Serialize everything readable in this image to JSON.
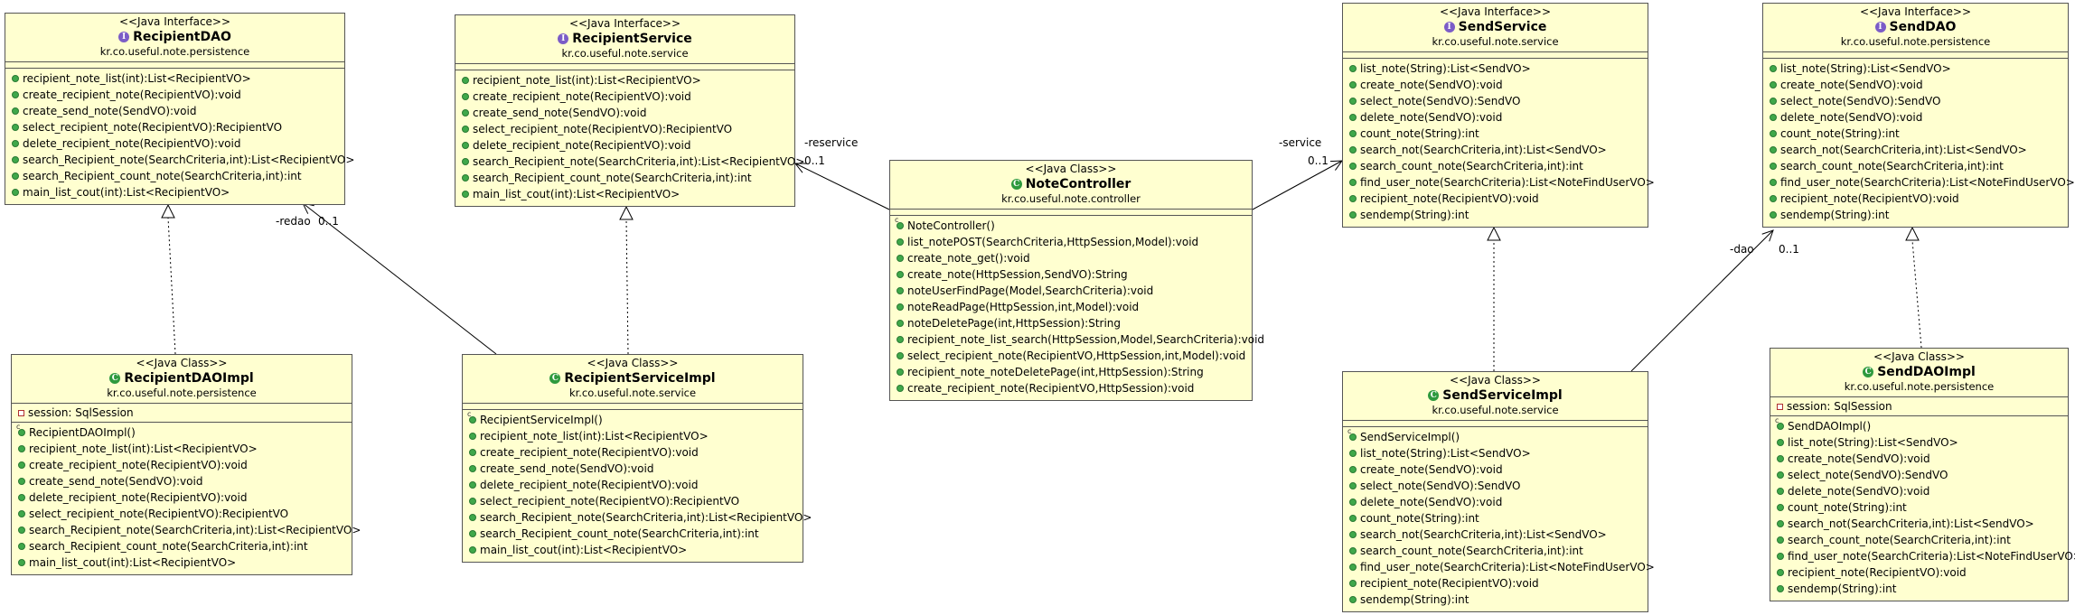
{
  "diagram": {
    "classes": [
      {
        "id": "recipient-dao",
        "stereotype": "<<Java Interface>>",
        "name": "RecipientDAO",
        "kind": "interface",
        "package": "kr.co.useful.note.persistence",
        "fields": [],
        "methods": [
          {
            "vis": "public",
            "sig": "recipient_note_list(int):List<RecipientVO>"
          },
          {
            "vis": "public",
            "sig": "create_recipient_note(RecipientVO):void"
          },
          {
            "vis": "public",
            "sig": "create_send_note(SendVO):void"
          },
          {
            "vis": "public",
            "sig": "select_recipient_note(RecipientVO):RecipientVO"
          },
          {
            "vis": "public",
            "sig": "delete_recipient_note(RecipientVO):void"
          },
          {
            "vis": "public",
            "sig": "search_Recipient_note(SearchCriteria,int):List<RecipientVO>"
          },
          {
            "vis": "public",
            "sig": "search_Recipient_count_note(SearchCriteria,int):int"
          },
          {
            "vis": "public",
            "sig": "main_list_cout(int):List<RecipientVO>"
          }
        ]
      },
      {
        "id": "recipient-service",
        "stereotype": "<<Java Interface>>",
        "name": "RecipientService",
        "kind": "interface",
        "package": "kr.co.useful.note.service",
        "fields": [],
        "methods": [
          {
            "vis": "public",
            "sig": "recipient_note_list(int):List<RecipientVO>"
          },
          {
            "vis": "public",
            "sig": "create_recipient_note(RecipientVO):void"
          },
          {
            "vis": "public",
            "sig": "create_send_note(SendVO):void"
          },
          {
            "vis": "public",
            "sig": "select_recipient_note(RecipientVO):RecipientVO"
          },
          {
            "vis": "public",
            "sig": "delete_recipient_note(RecipientVO):void"
          },
          {
            "vis": "public",
            "sig": "search_Recipient_note(SearchCriteria,int):List<RecipientVO>"
          },
          {
            "vis": "public",
            "sig": "search_Recipient_count_note(SearchCriteria,int):int"
          },
          {
            "vis": "public",
            "sig": "main_list_cout(int):List<RecipientVO>"
          }
        ]
      },
      {
        "id": "note-controller",
        "stereotype": "<<Java Class>>",
        "name": "NoteController",
        "kind": "class",
        "package": "kr.co.useful.note.controller",
        "fields": [],
        "methods": [
          {
            "vis": "ctor",
            "sig": "NoteController()"
          },
          {
            "vis": "public",
            "sig": "list_notePOST(SearchCriteria,HttpSession,Model):void"
          },
          {
            "vis": "public",
            "sig": "create_note_get():void"
          },
          {
            "vis": "public",
            "sig": "create_note(HttpSession,SendVO):String"
          },
          {
            "vis": "public",
            "sig": "noteUserFindPage(Model,SearchCriteria):void"
          },
          {
            "vis": "public",
            "sig": "noteReadPage(HttpSession,int,Model):void"
          },
          {
            "vis": "public",
            "sig": "noteDeletePage(int,HttpSession):String"
          },
          {
            "vis": "public",
            "sig": "recipient_note_list_search(HttpSession,Model,SearchCriteria):void"
          },
          {
            "vis": "public",
            "sig": "select_recipient_note(RecipientVO,HttpSession,int,Model):void"
          },
          {
            "vis": "public",
            "sig": "recipient_note_noteDeletePage(int,HttpSession):String"
          },
          {
            "vis": "public",
            "sig": "create_recipient_note(RecipientVO,HttpSession):void"
          }
        ]
      },
      {
        "id": "send-service",
        "stereotype": "<<Java Interface>>",
        "name": "SendService",
        "kind": "interface",
        "package": "kr.co.useful.note.service",
        "fields": [],
        "methods": [
          {
            "vis": "public",
            "sig": "list_note(String):List<SendVO>"
          },
          {
            "vis": "public",
            "sig": "create_note(SendVO):void"
          },
          {
            "vis": "public",
            "sig": "select_note(SendVO):SendVO"
          },
          {
            "vis": "public",
            "sig": "delete_note(SendVO):void"
          },
          {
            "vis": "public",
            "sig": "count_note(String):int"
          },
          {
            "vis": "public",
            "sig": "search_not(SearchCriteria,int):List<SendVO>"
          },
          {
            "vis": "public",
            "sig": "search_count_note(SearchCriteria,int):int"
          },
          {
            "vis": "public",
            "sig": "find_user_note(SearchCriteria):List<NoteFindUserVO>"
          },
          {
            "vis": "public",
            "sig": "recipient_note(RecipientVO):void"
          },
          {
            "vis": "public",
            "sig": "sendemp(String):int"
          }
        ]
      },
      {
        "id": "send-dao",
        "stereotype": "<<Java Interface>>",
        "name": "SendDAO",
        "kind": "interface",
        "package": "kr.co.useful.note.persistence",
        "fields": [],
        "methods": [
          {
            "vis": "public",
            "sig": "list_note(String):List<SendVO>"
          },
          {
            "vis": "public",
            "sig": "create_note(SendVO):void"
          },
          {
            "vis": "public",
            "sig": "select_note(SendVO):SendVO"
          },
          {
            "vis": "public",
            "sig": "delete_note(SendVO):void"
          },
          {
            "vis": "public",
            "sig": "count_note(String):int"
          },
          {
            "vis": "public",
            "sig": "search_not(SearchCriteria,int):List<SendVO>"
          },
          {
            "vis": "public",
            "sig": "search_count_note(SearchCriteria,int):int"
          },
          {
            "vis": "public",
            "sig": "find_user_note(SearchCriteria):List<NoteFindUserVO>"
          },
          {
            "vis": "public",
            "sig": "recipient_note(RecipientVO):void"
          },
          {
            "vis": "public",
            "sig": "sendemp(String):int"
          }
        ]
      },
      {
        "id": "recipient-dao-impl",
        "stereotype": "<<Java Class>>",
        "name": "RecipientDAOImpl",
        "kind": "class",
        "package": "kr.co.useful.note.persistence",
        "fields": [
          {
            "vis": "private",
            "sig": "session: SqlSession"
          }
        ],
        "methods": [
          {
            "vis": "ctor",
            "sig": "RecipientDAOImpl()"
          },
          {
            "vis": "public",
            "sig": "recipient_note_list(int):List<RecipientVO>"
          },
          {
            "vis": "public",
            "sig": "create_recipient_note(RecipientVO):void"
          },
          {
            "vis": "public",
            "sig": "create_send_note(SendVO):void"
          },
          {
            "vis": "public",
            "sig": "delete_recipient_note(RecipientVO):void"
          },
          {
            "vis": "public",
            "sig": "select_recipient_note(RecipientVO):RecipientVO"
          },
          {
            "vis": "public",
            "sig": "search_Recipient_note(SearchCriteria,int):List<RecipientVO>"
          },
          {
            "vis": "public",
            "sig": "search_Recipient_count_note(SearchCriteria,int):int"
          },
          {
            "vis": "public",
            "sig": "main_list_cout(int):List<RecipientVO>"
          }
        ]
      },
      {
        "id": "recipient-service-impl",
        "stereotype": "<<Java Class>>",
        "name": "RecipientServiceImpl",
        "kind": "class",
        "package": "kr.co.useful.note.service",
        "fields": [],
        "methods": [
          {
            "vis": "ctor",
            "sig": "RecipientServiceImpl()"
          },
          {
            "vis": "public",
            "sig": "recipient_note_list(int):List<RecipientVO>"
          },
          {
            "vis": "public",
            "sig": "create_recipient_note(RecipientVO):void"
          },
          {
            "vis": "public",
            "sig": "create_send_note(SendVO):void"
          },
          {
            "vis": "public",
            "sig": "delete_recipient_note(RecipientVO):void"
          },
          {
            "vis": "public",
            "sig": "select_recipient_note(RecipientVO):RecipientVO"
          },
          {
            "vis": "public",
            "sig": "search_Recipient_note(SearchCriteria,int):List<RecipientVO>"
          },
          {
            "vis": "public",
            "sig": "search_Recipient_count_note(SearchCriteria,int):int"
          },
          {
            "vis": "public",
            "sig": "main_list_cout(int):List<RecipientVO>"
          }
        ]
      },
      {
        "id": "send-service-impl",
        "stereotype": "<<Java Class>>",
        "name": "SendServiceImpl",
        "kind": "class",
        "package": "kr.co.useful.note.service",
        "fields": [],
        "methods": [
          {
            "vis": "ctor",
            "sig": "SendServiceImpl()"
          },
          {
            "vis": "public",
            "sig": "list_note(String):List<SendVO>"
          },
          {
            "vis": "public",
            "sig": "create_note(SendVO):void"
          },
          {
            "vis": "public",
            "sig": "select_note(SendVO):SendVO"
          },
          {
            "vis": "public",
            "sig": "delete_note(SendVO):void"
          },
          {
            "vis": "public",
            "sig": "count_note(String):int"
          },
          {
            "vis": "public",
            "sig": "search_not(SearchCriteria,int):List<SendVO>"
          },
          {
            "vis": "public",
            "sig": "search_count_note(SearchCriteria,int):int"
          },
          {
            "vis": "public",
            "sig": "find_user_note(SearchCriteria):List<NoteFindUserVO>"
          },
          {
            "vis": "public",
            "sig": "recipient_note(RecipientVO):void"
          },
          {
            "vis": "public",
            "sig": "sendemp(String):int"
          }
        ]
      },
      {
        "id": "send-dao-impl",
        "stereotype": "<<Java Class>>",
        "name": "SendDAOImpl",
        "kind": "class",
        "package": "kr.co.useful.note.persistence",
        "fields": [
          {
            "vis": "private",
            "sig": "session: SqlSession"
          }
        ],
        "methods": [
          {
            "vis": "ctor",
            "sig": "SendDAOImpl()"
          },
          {
            "vis": "public",
            "sig": "list_note(String):List<SendVO>"
          },
          {
            "vis": "public",
            "sig": "create_note(SendVO):void"
          },
          {
            "vis": "public",
            "sig": "select_note(SendVO):SendVO"
          },
          {
            "vis": "public",
            "sig": "delete_note(SendVO):void"
          },
          {
            "vis": "public",
            "sig": "count_note(String):int"
          },
          {
            "vis": "public",
            "sig": "search_not(SearchCriteria,int):List<SendVO>"
          },
          {
            "vis": "public",
            "sig": "search_count_note(SearchCriteria,int):int"
          },
          {
            "vis": "public",
            "sig": "find_user_note(SearchCriteria):List<NoteFindUserVO>"
          },
          {
            "vis": "public",
            "sig": "recipient_note(RecipientVO):void"
          },
          {
            "vis": "public",
            "sig": "sendemp(String):int"
          }
        ]
      }
    ],
    "relations": [
      {
        "id": "controller-recipient-service",
        "type": "association",
        "from": "note-controller",
        "to": "recipient-service",
        "role": "-reservice",
        "multiplicity": "0..1"
      },
      {
        "id": "controller-send-service",
        "type": "association",
        "from": "note-controller",
        "to": "send-service",
        "role": "-service",
        "multiplicity": "0..1"
      },
      {
        "id": "recipient-service-impl-dao",
        "type": "association",
        "from": "recipient-service-impl",
        "to": "recipient-dao",
        "role": "-redao",
        "multiplicity": "0..1"
      },
      {
        "id": "send-service-impl-dao",
        "type": "association",
        "from": "send-service-impl",
        "to": "send-dao",
        "role": "-dao",
        "multiplicity": "0..1"
      },
      {
        "id": "recipient-dao-impl-realizes",
        "type": "realization",
        "from": "recipient-dao-impl",
        "to": "recipient-dao"
      },
      {
        "id": "recipient-service-impl-realizes",
        "type": "realization",
        "from": "recipient-service-impl",
        "to": "recipient-service"
      },
      {
        "id": "send-service-impl-realizes",
        "type": "realization",
        "from": "send-service-impl",
        "to": "send-service"
      },
      {
        "id": "send-dao-impl-realizes",
        "type": "realization",
        "from": "send-dao-impl",
        "to": "send-dao"
      }
    ],
    "colors": {
      "box_fill": "#ffffd0",
      "box_border": "#555555",
      "public_icon": "#3fa84a",
      "private_icon": "#b03030",
      "interface_icon": "#7b5cc7",
      "class_icon": "#2e9a3e"
    }
  }
}
